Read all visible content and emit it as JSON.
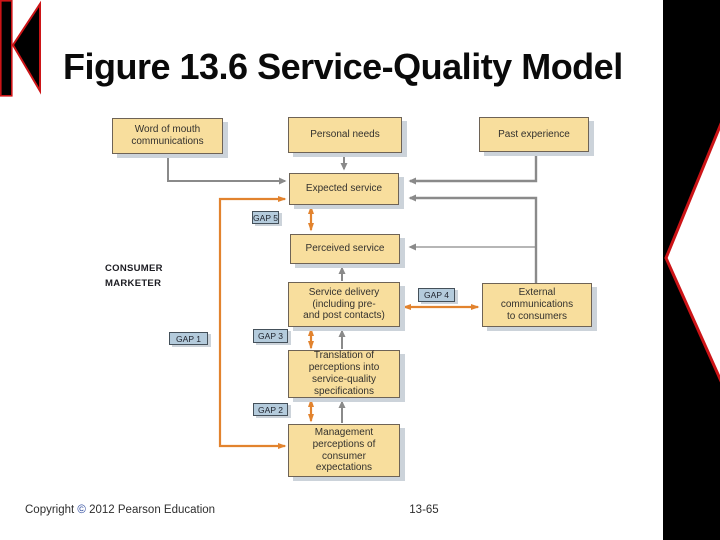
{
  "slide": {
    "title": "Figure 13.6 Service-Quality Model",
    "footer": {
      "copyright_pre": "Copyright",
      "copyright_symbol": "©",
      "copyright_post": "2012 Pearson Education",
      "page_number": "13-65"
    }
  },
  "diagram": {
    "section_labels": {
      "consumer": "CONSUMER",
      "marketer": "MARKETER"
    },
    "boxes": {
      "word_of_mouth": "Word of mouth\ncommunications",
      "personal_needs": "Personal needs",
      "past_experience": "Past experience",
      "expected_service": "Expected service",
      "perceived_service": "Perceived service",
      "service_delivery": "Service delivery\n(including pre-\nand post contacts)",
      "external_communications": "External\ncommunications\nto consumers",
      "translation": "Translation of\nperceptions into\nservice-quality\nspecifications",
      "management_perceptions": "Management\nperceptions of\nconsumer\nexpectations"
    },
    "gaps": {
      "gap1": "GAP 1",
      "gap2": "GAP 2",
      "gap3": "GAP 3",
      "gap4": "GAP 4",
      "gap5": "GAP 5"
    },
    "colors": {
      "box_fill": "#F8DE9D",
      "box_border": "#6E6356",
      "gap_fill": "#B4CBDC",
      "arrow_orange": "#E2832E",
      "arrow_gray": "#8A8A8A",
      "accent_red": "#CC1417",
      "band_black": "#000000"
    }
  }
}
